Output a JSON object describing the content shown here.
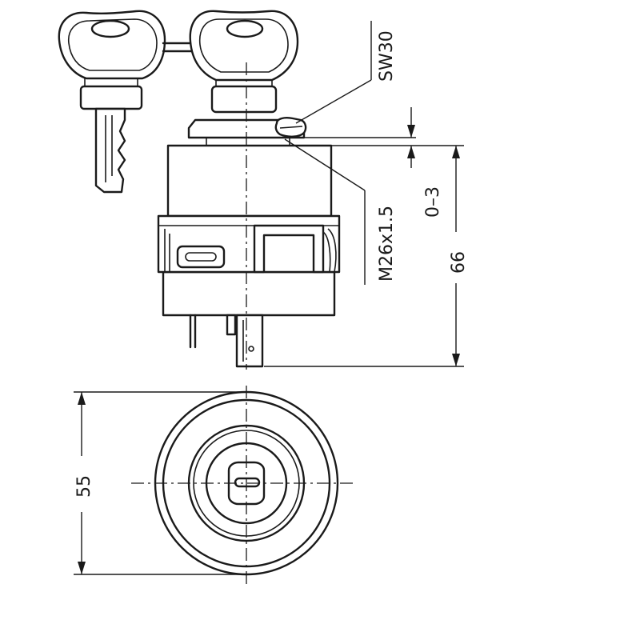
{
  "labels": {
    "terminal": "SW30",
    "thread": "M26x1.5",
    "adjust_range": "0–3",
    "height": "66",
    "diameter": "55"
  }
}
